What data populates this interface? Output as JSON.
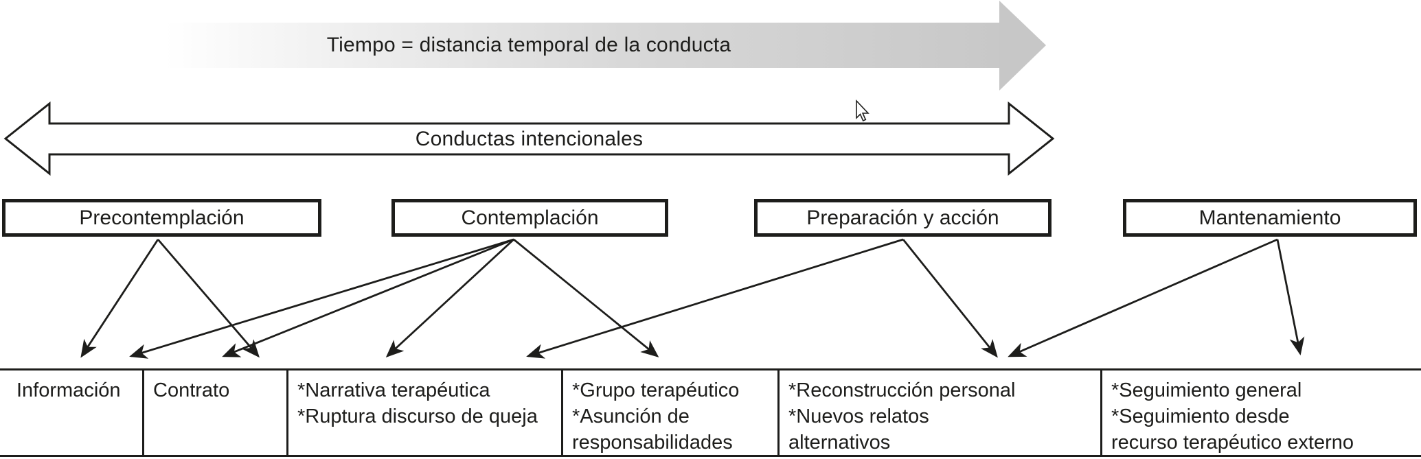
{
  "colors": {
    "ink": "#1d1d1b",
    "top_arrow_gradient_start": "#ffffff",
    "top_arrow_gradient_end": "#c8c8c8"
  },
  "top_arrow": {
    "label": "Tiempo = distancia temporal de la conducta"
  },
  "double_arrow": {
    "label": "Conductas intencionales"
  },
  "stages": [
    {
      "label": "Precontemplación"
    },
    {
      "label": "Contemplación"
    },
    {
      "label": "Preparación y acción"
    },
    {
      "label": "Mantenamiento"
    }
  ],
  "table_cells": [
    {
      "lines": [
        "Información"
      ]
    },
    {
      "lines": [
        "Contrato"
      ]
    },
    {
      "lines": [
        "*Narrativa terapéutica",
        "*Ruptura discurso de queja"
      ]
    },
    {
      "lines": [
        "*Grupo terapéutico",
        "*Asunción de",
        "responsabilidades"
      ]
    },
    {
      "lines": [
        "*Reconstrucción personal",
        "*Nuevos relatos",
        "alternativos"
      ]
    },
    {
      "lines": [
        "*Seguimiento general",
        "*Seguimiento desde",
        "recurso terapéutico externo"
      ]
    }
  ],
  "connectors": [
    {
      "from_stage": 0,
      "to_cell": 0
    },
    {
      "from_stage": 0,
      "to_cell": 1
    },
    {
      "from_stage": 1,
      "to_cell": 0
    },
    {
      "from_stage": 1,
      "to_cell": 1
    },
    {
      "from_stage": 1,
      "to_cell": 2
    },
    {
      "from_stage": 1,
      "to_cell": 3
    },
    {
      "from_stage": 2,
      "to_cell": 2
    },
    {
      "from_stage": 2,
      "to_cell": 4
    },
    {
      "from_stage": 3,
      "to_cell": 4
    },
    {
      "from_stage": 3,
      "to_cell": 5
    }
  ]
}
